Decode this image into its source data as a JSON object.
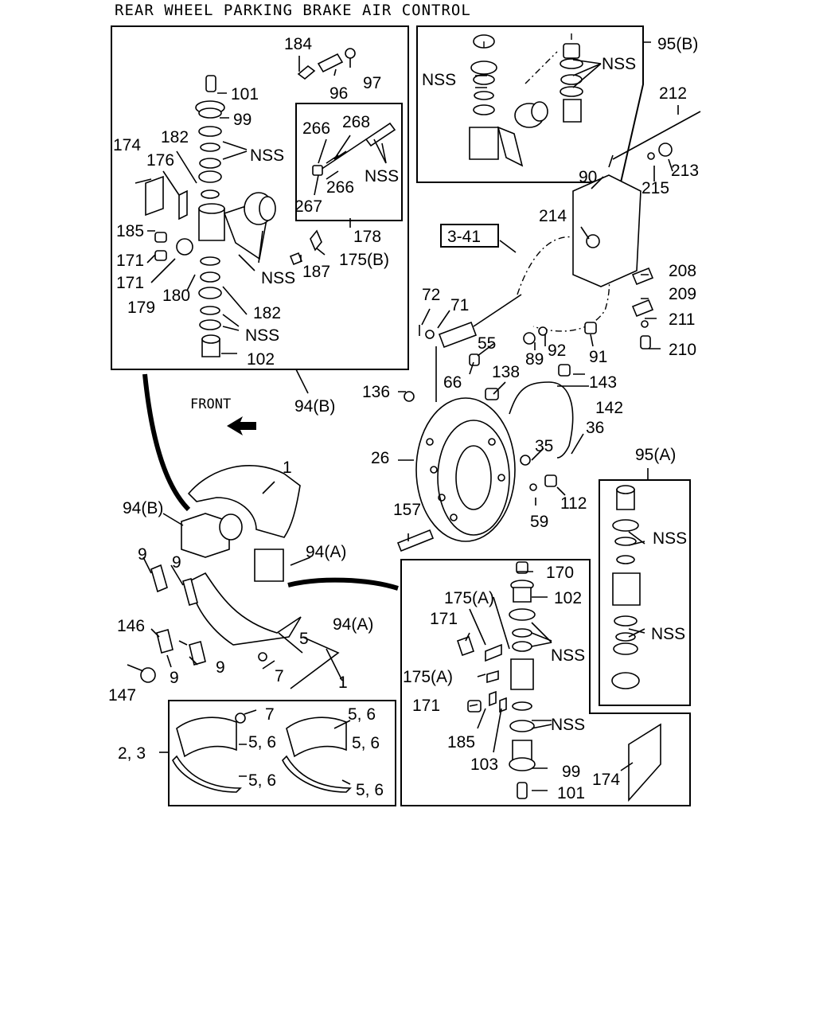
{
  "title": "REAR WHEEL PARKING BRAKE AIR CONTROL",
  "labels": {
    "l184": "184",
    "l96": "96",
    "l97": "97",
    "l101a": "101",
    "l99a": "99",
    "l174a": "174",
    "l176": "176",
    "l182a": "182",
    "l185a": "185",
    "l171a": "171",
    "l171b": "171",
    "l179": "179",
    "l180": "180",
    "l182b": "182",
    "l102a": "102",
    "l266a": "266",
    "l268": "268",
    "l266b": "266",
    "l267": "267",
    "l178": "178",
    "l175b": "175(B)",
    "l187": "187",
    "l94b_top": "94(B)",
    "l95b": "95(B)",
    "l212": "212",
    "l213": "213",
    "l215": "215",
    "l90": "90",
    "l214": "214",
    "l341": "3-41",
    "l208": "208",
    "l209": "209",
    "l211": "211",
    "l210": "210",
    "l72": "72",
    "l71": "71",
    "l55": "55",
    "l66": "66",
    "l89": "89",
    "l92": "92",
    "l91": "91",
    "l138": "138",
    "l143": "143",
    "l142": "142",
    "l136": "136",
    "l36": "36",
    "l35": "35",
    "l26": "26",
    "l112": "112",
    "l59": "59",
    "l157": "157",
    "l95a": "95(A)",
    "l1a": "1",
    "l94b_mid": "94(B)",
    "l94a_mid": "94(A)",
    "l9a": "9",
    "l9b": "9",
    "l146": "146",
    "l9c": "9",
    "l9d": "9",
    "l147": "147",
    "l5a": "5",
    "l7a": "7",
    "l1b": "1",
    "l94a_box": "94(A)",
    "l170": "170",
    "l175a_1": "175(A)",
    "l102b": "102",
    "l171c": "171",
    "l175a_2": "175(A)",
    "l171d": "171",
    "l185b": "185",
    "l103": "103",
    "l99b": "99",
    "l101b": "101",
    "l174b": "174",
    "l7b": "7",
    "l56a": "5, 6",
    "l56b": "5, 6",
    "l56c": "5, 6",
    "l56d": "5, 6",
    "l56e": "5, 6",
    "l23": "2, 3",
    "front": "FRONT"
  },
  "nss": {
    "text": "NSS"
  }
}
